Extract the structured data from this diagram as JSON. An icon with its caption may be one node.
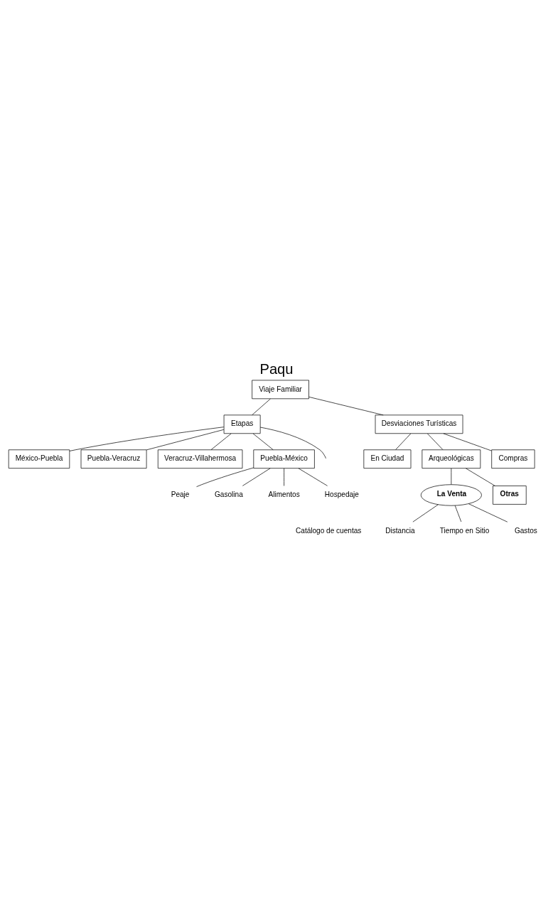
{
  "diagram": {
    "title": "Paqu",
    "nodes": [
      {
        "text": [
          "Viaje Familiar"
        ]
      },
      {
        "text": [
          "Etapas"
        ]
      },
      {
        "text": [
          "Desviaciones Turísticas"
        ]
      },
      {
        "text": [
          "México-Puebla"
        ]
      },
      {
        "text": [
          "Puebla-Veracruz"
        ]
      },
      {
        "text": [
          "Veracruz-Villahermosa"
        ]
      },
      {
        "text": [
          "Puebla-México"
        ]
      },
      {
        "text": [
          "Peaje"
        ]
      },
      {
        "text": [
          "Gasolina"
        ]
      },
      {
        "text": [
          "Alimentos"
        ]
      },
      {
        "text": [
          "Hospedaje"
        ]
      },
      {
        "text": [
          "En Ciudad"
        ]
      },
      {
        "text": [
          "Arqueológicas"
        ]
      },
      {
        "text": [
          "La Venta"
        ]
      },
      {
        "text": [
          "Otras"
        ]
      },
      {
        "text": [
          "Distancia"
        ]
      },
      {
        "text": [
          "Tiempo en Sitio"
        ]
      },
      {
        "text": [
          "Gastos"
        ]
      },
      {
        "text": [
          "Compras"
        ]
      }
    ],
    "edges": [
      {
        "from": 0,
        "to": 1,
        "arrow": "none"
      },
      {
        "from": 0,
        "to": 2,
        "arrow": "none"
      },
      {
        "from": 1,
        "to": 3,
        "arrow": "none"
      },
      {
        "from": 1,
        "to": 4,
        "arrow": "none"
      },
      {
        "from": 1,
        "to": 5,
        "arrow": "none"
      },
      {
        "from": 1,
        "to": null,
        "arrow": "none"
      },
      {
        "from": 1,
        "to": 6,
        "arrow": "none"
      },
      {
        "from": 6,
        "to": 7,
        "arrow": "none"
      },
      {
        "from": 6,
        "to": 8,
        "arrow": "none"
      },
      {
        "from": 6,
        "to": 9,
        "arrow": "none"
      },
      {
        "from": 6,
        "to": 10,
        "arrow": "none"
      },
      {
        "from": 2,
        "to": 11,
        "arrow": "none"
      },
      {
        "from": 2,
        "to": 12,
        "arrow": "none"
      },
      {
        "from": 12,
        "to": 13,
        "arrow": "none"
      },
      {
        "from": 12,
        "to": 14,
        "arrow": "none"
      },
      {
        "from": 13,
        "to": 15,
        "arrow": "none"
      },
      {
        "from": 13,
        "to": 16,
        "arrow": "none"
      },
      {
        "from": 13,
        "to": 17,
        "arrow": "none"
      },
      {
        "from": 2,
        "to": 18,
        "arrow": "none"
      }
    ],
    "labels": [
      "Catálogo de cuentas"
    ]
  }
}
